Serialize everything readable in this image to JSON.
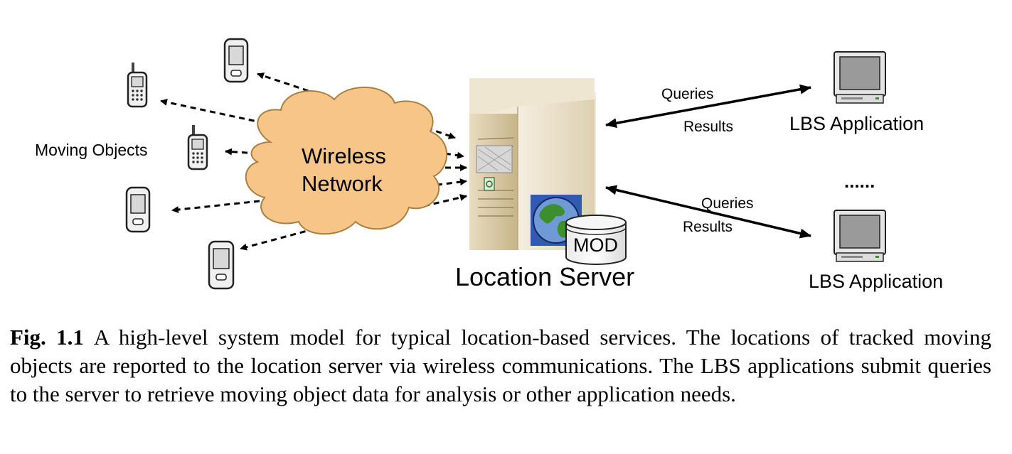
{
  "diagram": {
    "moving_objects_label": "Moving Objects",
    "wireless_network_line1": "Wireless",
    "wireless_network_line2": "Network",
    "server_label": "Location Server",
    "database_label": "MOD",
    "upper_link": {
      "queries": "Queries",
      "results": "Results"
    },
    "lower_link": {
      "queries": "Queries",
      "results": "Results"
    },
    "app_top_label": "LBS Application",
    "app_bottom_label": "LBS Application",
    "ellipsis": "......",
    "colors": {
      "cloud_fill": "#f8c589",
      "cloud_stroke": "#a88040",
      "server_light": "#f3ead7",
      "server_dark": "#cbb98f",
      "globe_blue": "#2f5cae",
      "globe_green": "#3c8f2c"
    }
  },
  "caption": {
    "fig_label": "Fig. 1.1",
    "text": "A high-level system model for typical location-based services. The locations of tracked moving objects are reported to the location server via wireless communications. The LBS applications submit queries to the server to retrieve moving object data for analysis or other application needs."
  }
}
